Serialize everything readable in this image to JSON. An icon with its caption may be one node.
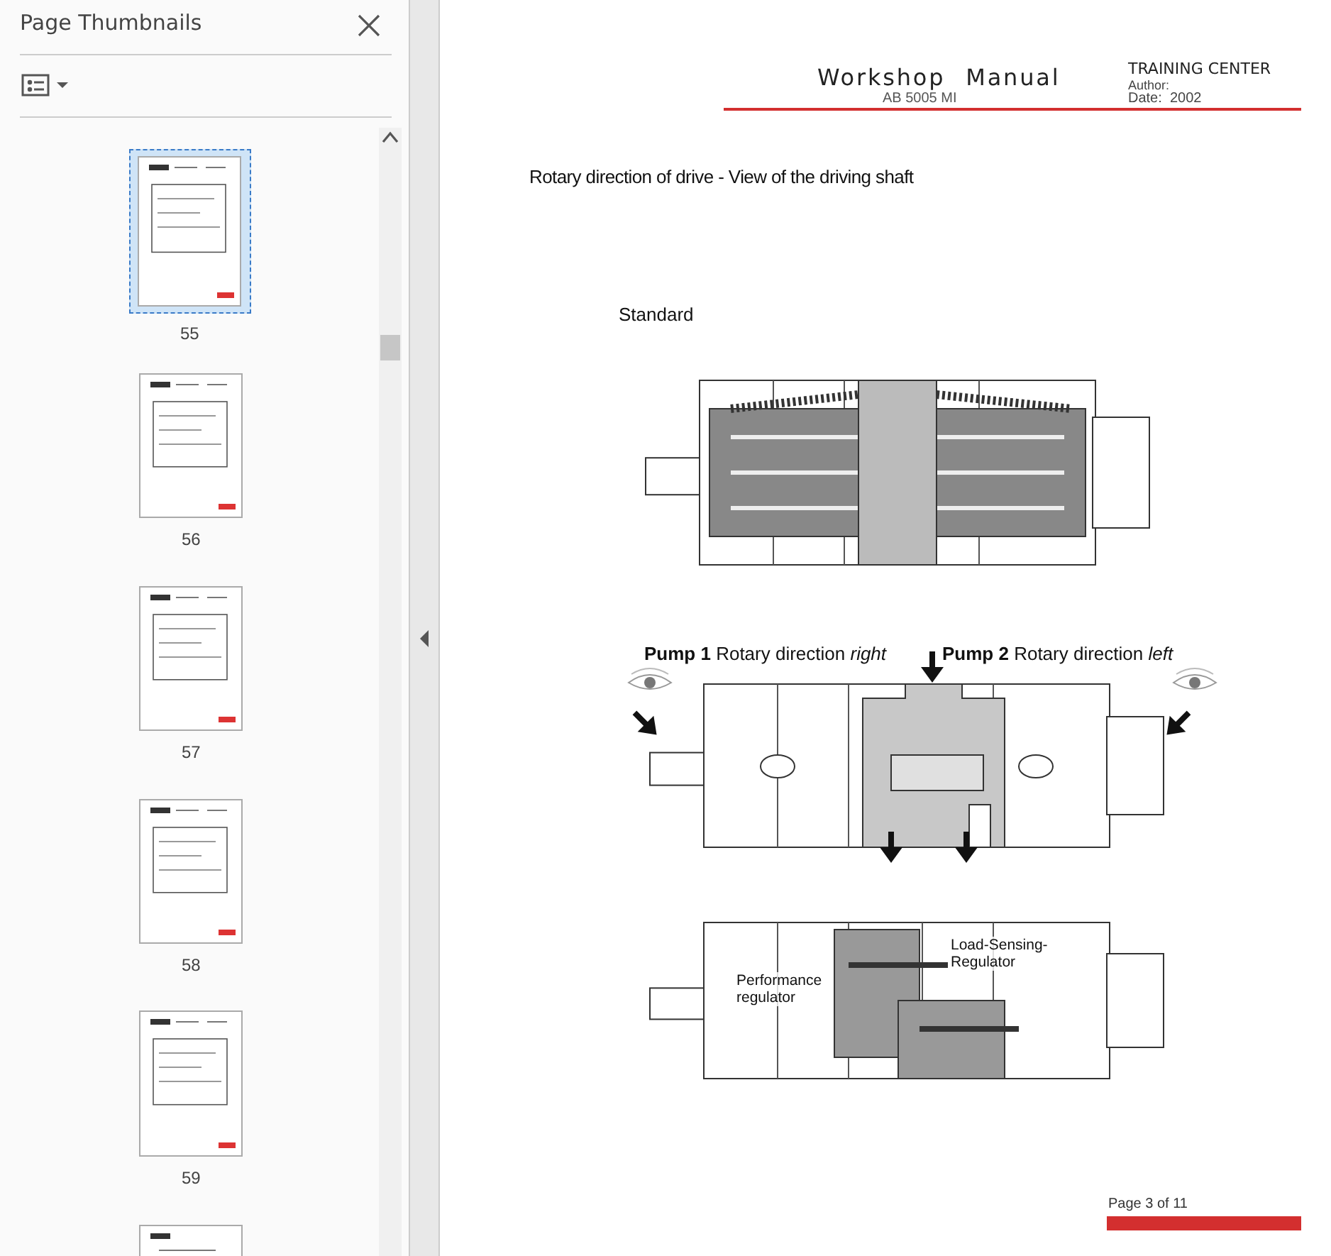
{
  "diagram": {
    "labels": [
      "Page Thumbnails",
      "55",
      "56",
      "57",
      "58",
      "59",
      "Workshop Manual",
      "AB 5005 MI",
      "TRAINING CENTER",
      "Author:",
      "Date:  2002",
      "Rotary direction of drive - View of the driving shaft",
      "Standard",
      "**Pump 1** Rotary direction *right*",
      "**Pump 2** Rotary direction *left*",
      "Performance regulator",
      "Load-Sensing-Regulator",
      "Page 3 of 11"
    ]
  }
}
